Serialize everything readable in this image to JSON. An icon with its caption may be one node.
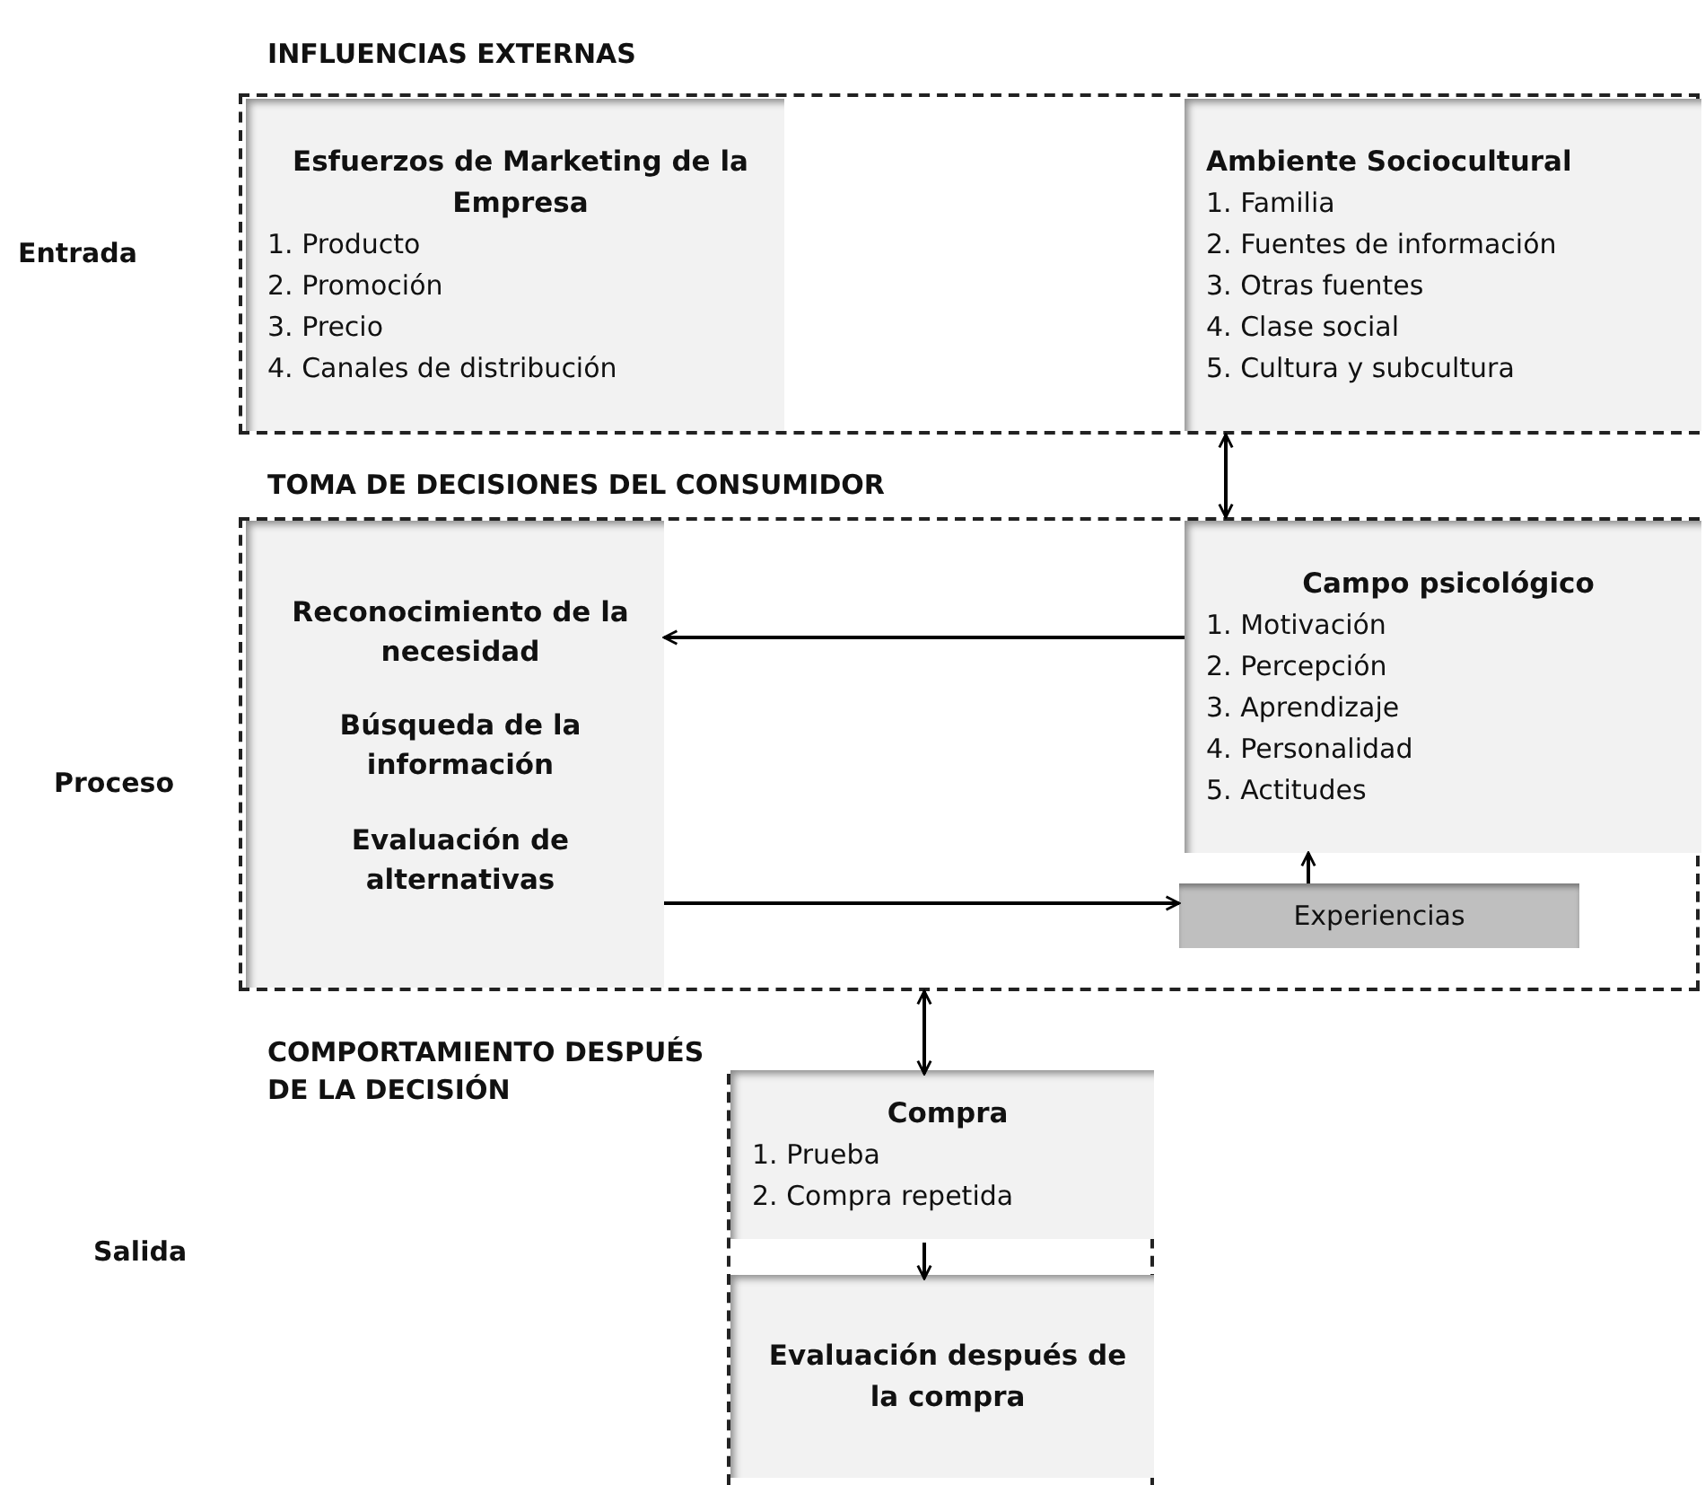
{
  "diagram": {
    "nodes": [
      {
        "text": [
          "INFLUENCIAS EXTERNAS"
        ]
      },
      {
        "text": [
          "Esfuerzos de Marketing de la Empresa",
          "1. Producto",
          "2. Promoción",
          "3. Precio",
          "4. Canales de distribución"
        ],
        "in": 0
      },
      {
        "text": [
          "Ambiente Sociocultural",
          "1. Familia",
          "2. Fuentes de información",
          "3. Otras fuentes",
          "4. Clase social",
          "5. Cultura y subcultura"
        ],
        "in": 0
      },
      {
        "text": [
          "TOMA DE DECISIONES DEL CONSUMIDOR"
        ]
      },
      {
        "text": [
          "Reconocimiento de la necesidad",
          "Búsqueda de la información",
          "Evaluación de alternativas"
        ],
        "in": 3
      },
      {
        "text": [
          "Campo psicológico",
          "1. Motivación",
          "2. Percepción",
          "3. Aprendizaje",
          "4. Personalidad",
          "5. Actitudes"
        ],
        "in": 3
      },
      {
        "text": [
          "Experiencias"
        ],
        "in": 3
      },
      {
        "text": [
          "COMPORTAMIENTO DESPUÉS DE LA DECISIÓN"
        ]
      },
      {
        "text": [
          "Compra",
          "1. Prueba",
          "2. Compra repetida"
        ],
        "in": 7
      },
      {
        "text": [
          "Evaluación después de la compra"
        ],
        "in": 7
      }
    ],
    "edges": [
      {
        "from": 0,
        "to": 3,
        "arrow": "both"
      },
      {
        "from": 5,
        "to": 4,
        "arrow": "to"
      },
      {
        "from": 4,
        "to": 6,
        "arrow": "to"
      },
      {
        "from": 6,
        "to": 5,
        "arrow": "to"
      },
      {
        "from": 3,
        "to": 7,
        "arrow": "both"
      },
      {
        "from": 8,
        "to": 9,
        "arrow": "to"
      }
    ],
    "labels": [
      "Entrada",
      "Proceso",
      "Salida"
    ]
  }
}
